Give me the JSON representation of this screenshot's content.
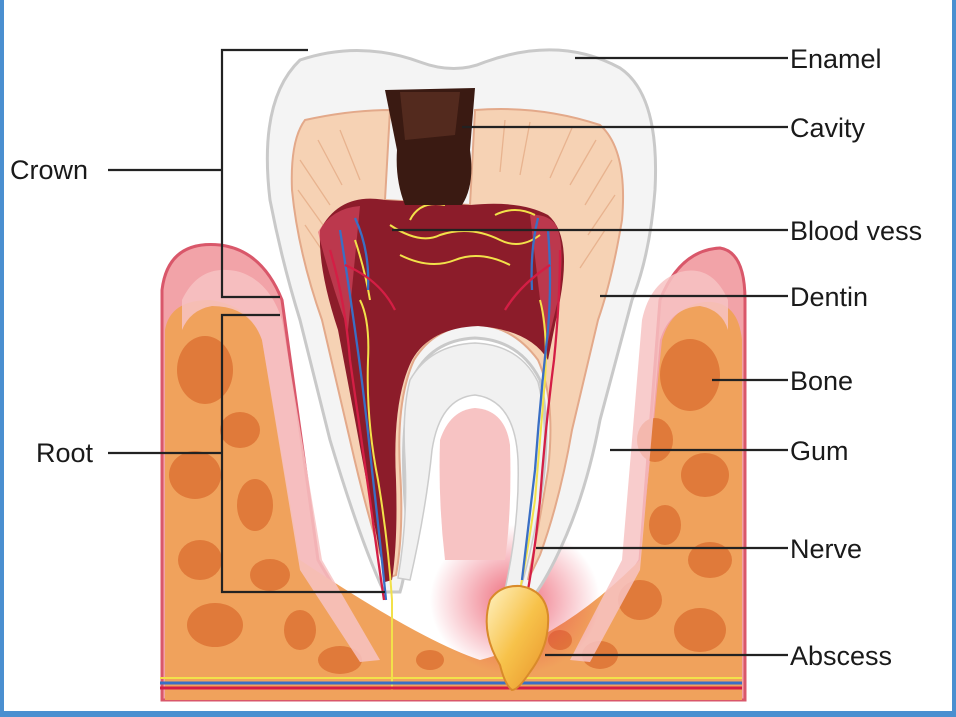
{
  "labels": {
    "crown": "Crown",
    "root": "Root",
    "enamel": "Enamel",
    "cavity": "Cavity",
    "blood_vessels": "Blood vess",
    "dentin": "Dentin",
    "bone": "Bone",
    "gum": "Gum",
    "nerve": "Nerve",
    "abscess": "Abscess"
  },
  "colors": {
    "enamel": "#f4f4f4",
    "dentin": "#f6d2b4",
    "pulp": "#8c1c2a",
    "cavity": "#3a1a12",
    "gum": "#f2a3a8",
    "bone": "#f0a25c",
    "bone_spot": "#e07a3a",
    "nerve": "#f2e14a",
    "vessel_blue": "#3a6fc4",
    "abscess": "#f7c24a",
    "frame": "#4a8fd0"
  }
}
